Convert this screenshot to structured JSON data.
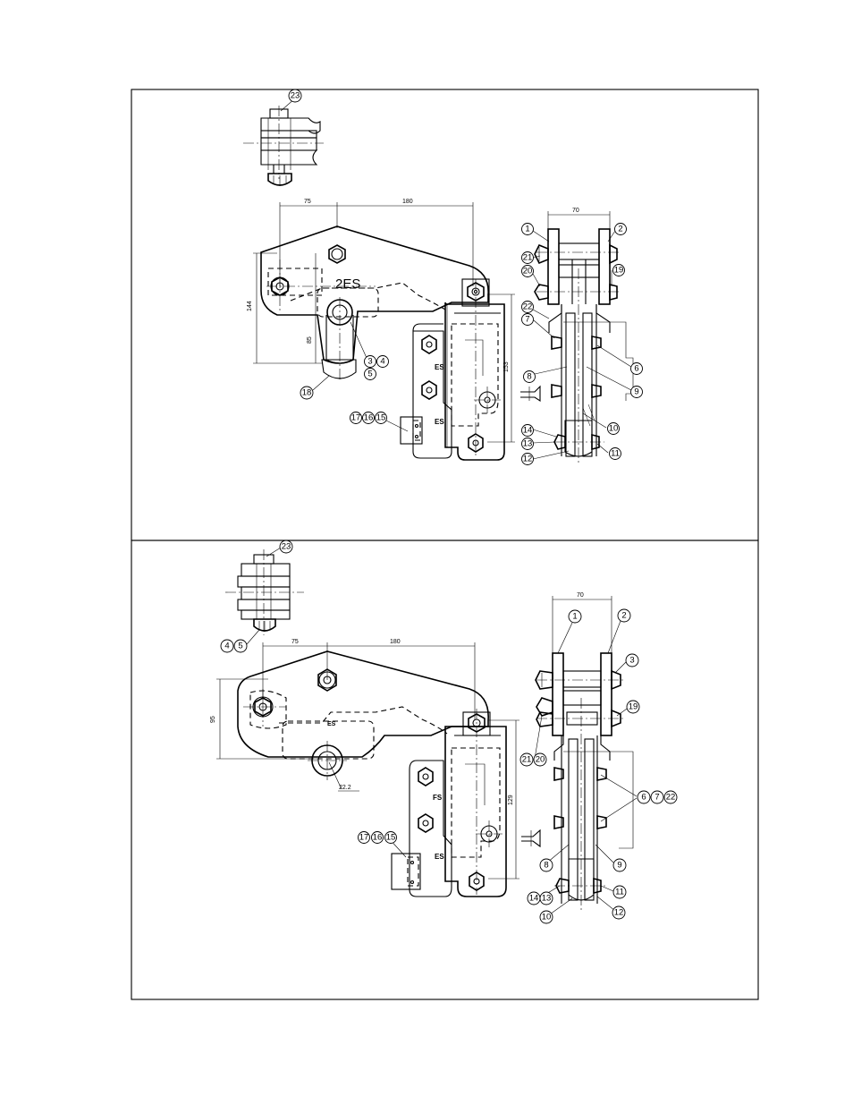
{
  "panel_top": {
    "dims": {
      "d75": "75",
      "d180": "180",
      "d70": "70",
      "d144": "144",
      "d85": "85",
      "d153": "153"
    },
    "labels": {
      "big": "2ES",
      "es1": "ES",
      "es2": "ES"
    },
    "balloons": {
      "b23": "23",
      "b3": "3",
      "b4": "4",
      "b5": "5",
      "b18": "18",
      "b17": "17",
      "b16": "16",
      "b15": "15",
      "b1": "1",
      "b2": "2",
      "b21": "21",
      "b20": "20",
      "b19": "19",
      "b22": "22",
      "b7": "7",
      "b6": "6",
      "b8": "8",
      "b9": "9",
      "b10": "10",
      "b14": "14",
      "b13": "13",
      "b12": "12",
      "b11": "11"
    }
  },
  "panel_bottom": {
    "dims": {
      "d75": "75",
      "d180": "180",
      "d70": "70",
      "d95": "95",
      "d129": "129",
      "d222": "22.2"
    },
    "labels": {
      "es1": "ES",
      "fs": "FS",
      "es2": "ES"
    },
    "balloons": {
      "b23": "23",
      "b4": "4",
      "b5": "5",
      "b17": "17",
      "b16": "16",
      "b15": "15",
      "b1": "1",
      "b2": "2",
      "b3": "3",
      "b19": "19",
      "b21": "21",
      "b20": "20",
      "b6": "6",
      "b7": "7",
      "b22": "22",
      "b8": "8",
      "b9": "9",
      "b14": "14",
      "b13": "13",
      "b11": "11",
      "b10": "10",
      "b12": "12"
    }
  }
}
